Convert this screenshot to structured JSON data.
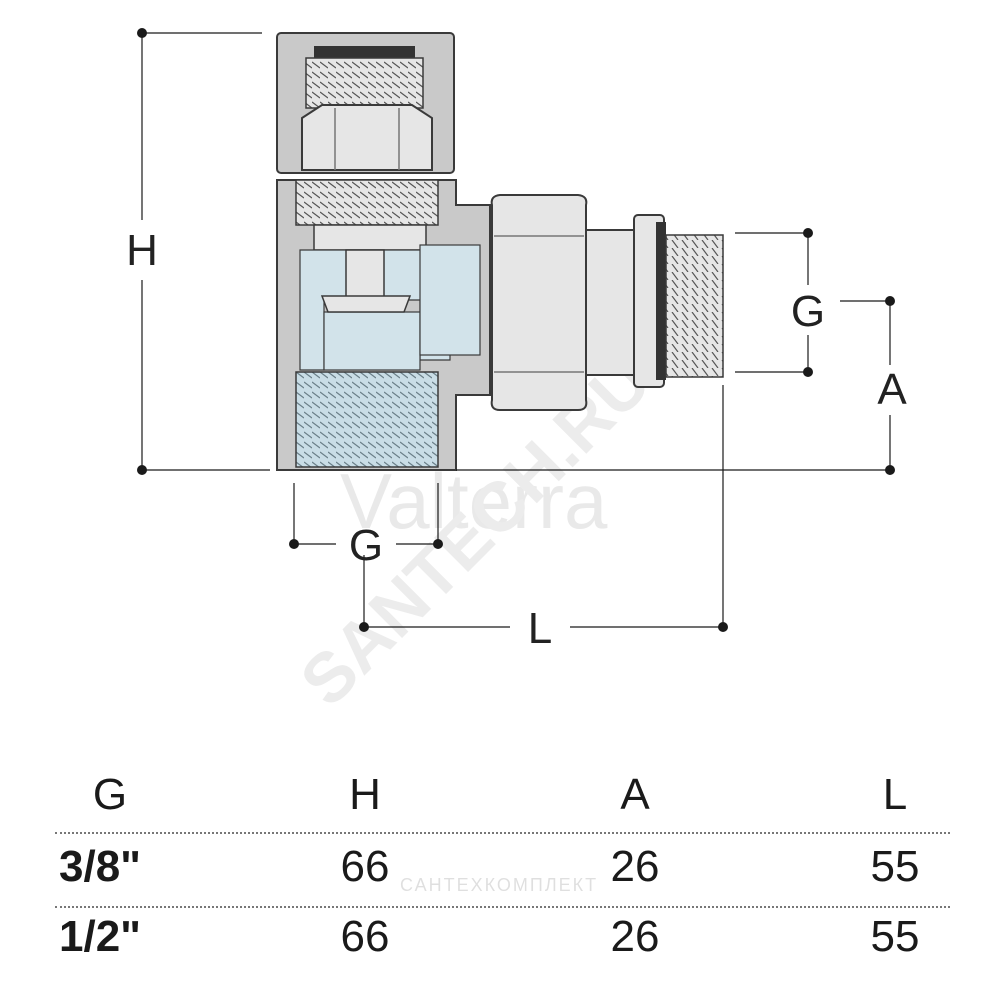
{
  "drawing": {
    "dimensions": {
      "height": "H",
      "thread_bottom": "G",
      "thread_side": "G",
      "offset": "A",
      "length": "L"
    },
    "watermark_logo": "Valterra",
    "watermark_site": "SANTECH.RU",
    "colors": {
      "body": "#c9c9c9",
      "body_dark": "#9a9a9a",
      "chrome": "#e6e6e6",
      "water": "#d2e3ea",
      "outline": "#3a3a3a",
      "dim_line": "#1a1a1a"
    }
  },
  "table": {
    "headers": [
      "G",
      "H",
      "A",
      "L"
    ],
    "rows": [
      {
        "g": "3/8\"",
        "h": "66",
        "a": "26",
        "l": "55"
      },
      {
        "g": "1/2\"",
        "h": "66",
        "a": "26",
        "l": "55"
      }
    ],
    "watermark_text": "САНТЕХКОМПЛЕКТ"
  }
}
